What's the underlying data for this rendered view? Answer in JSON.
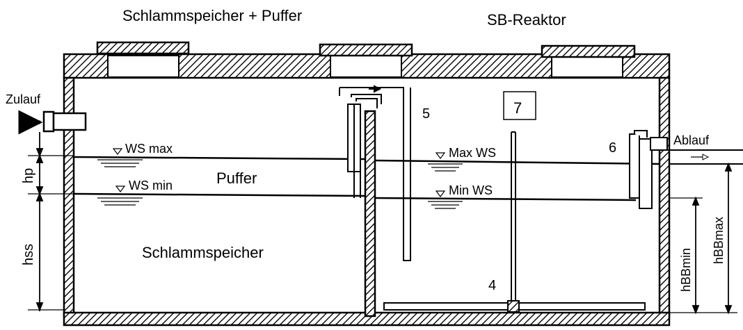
{
  "titles": {
    "left": "Schlammspeicher + Puffer",
    "right": "SB-Reaktor"
  },
  "labels": {
    "inlet": "Zulauf",
    "outlet": "Ablauf",
    "ws_max": "WS max",
    "ws_min": "WS min",
    "buffer": "Puffer",
    "sludge_store": "Schlammspeicher",
    "max_ws": "Max WS",
    "min_ws": "Min WS",
    "dim_hp": "hp",
    "dim_hss": "hss",
    "dim_hbbmin": "hBBmin",
    "dim_hbbmax": "hBBmax"
  },
  "numbers": {
    "n4": "4",
    "n5": "5",
    "n6": "6",
    "n7": "7"
  }
}
